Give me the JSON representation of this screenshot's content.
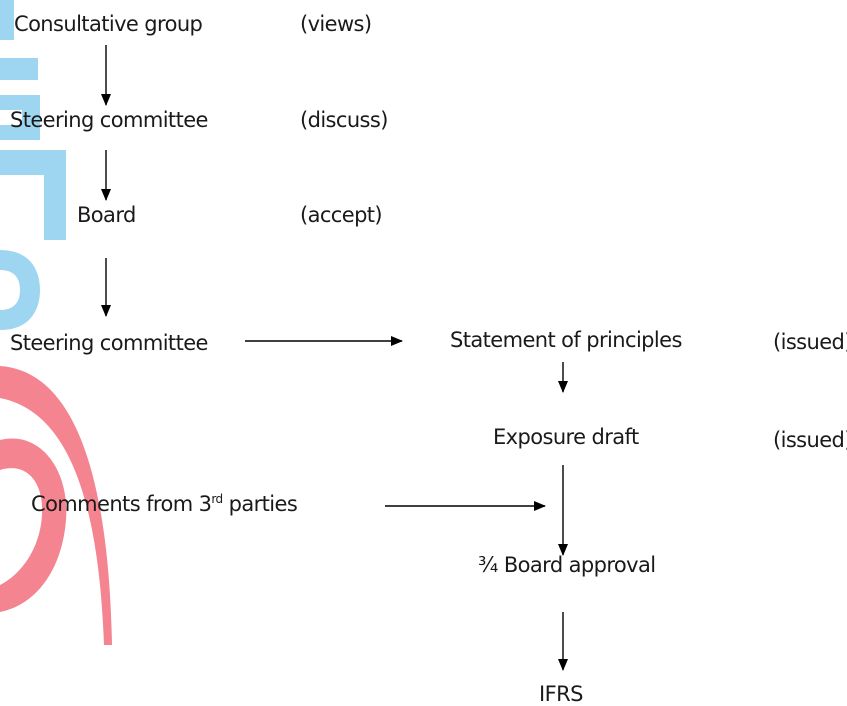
{
  "steps": {
    "consultative_group": "Consultative group",
    "views": "(views)",
    "steering_committee_1": "Steering committee",
    "discuss": "(discuss)",
    "board": "Board",
    "accept": "(accept)",
    "steering_committee_2": "Steering committee",
    "statement_of_principles": "Statement of principles",
    "issued_1": "(issued)",
    "exposure_draft": "Exposure draft",
    "issued_2": "(issued)",
    "comments_prefix": "Comments from 3",
    "comments_sup": "rd",
    "comments_suffix": " parties",
    "board_approval": "¾ Board approval",
    "ifrs": "IFRS"
  },
  "colors": {
    "text": "#1a1a1a",
    "arrow": "#000000",
    "watermark_blue": "#9ed6f2",
    "watermark_pink": "#f4848f"
  }
}
